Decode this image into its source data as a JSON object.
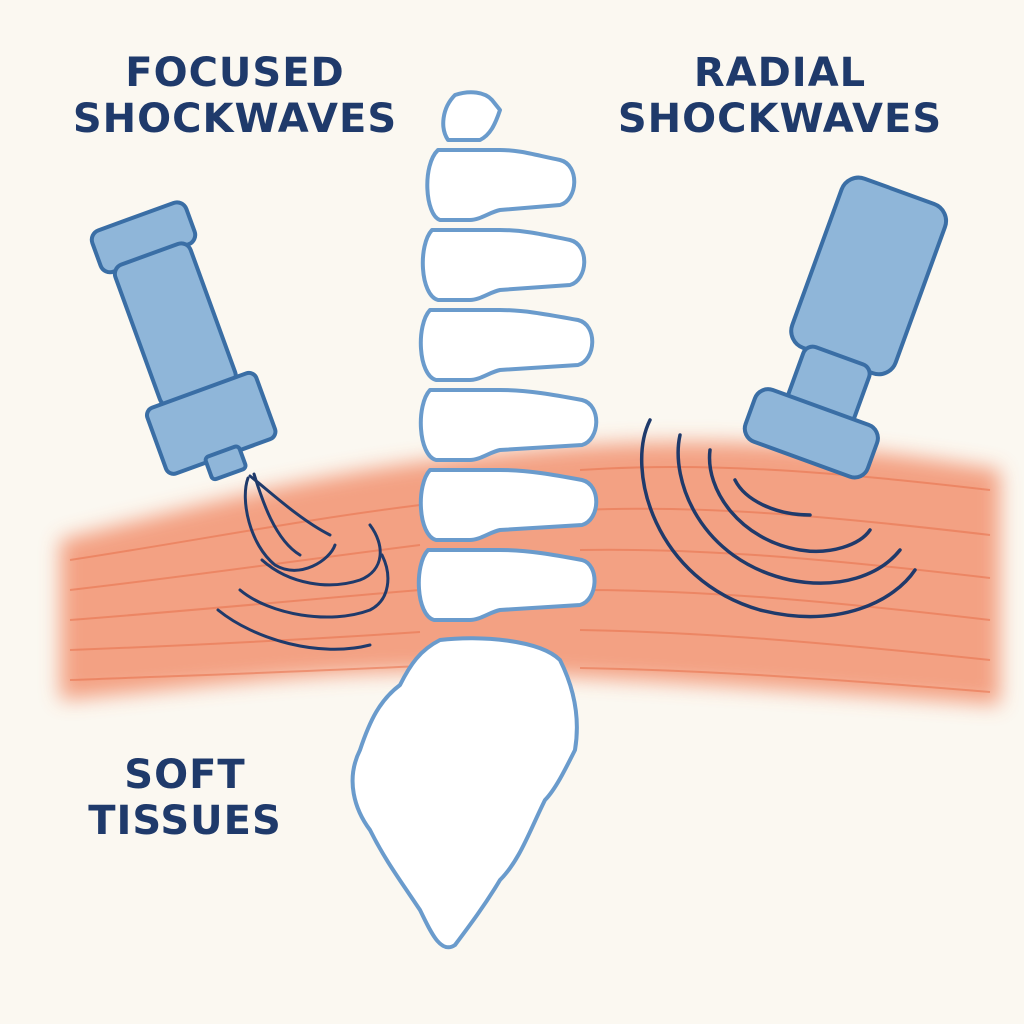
{
  "labels": {
    "focused": {
      "line1": "FOCUSED",
      "line2": "SHOCKWAVES"
    },
    "radial": {
      "line1": "RADIAL",
      "line2": "SHOCKWAVES"
    },
    "soft_tissue": {
      "line1": "SOFT",
      "line2": "TISSUES"
    }
  },
  "colors": {
    "background": "#fbf8f1",
    "text": "#1f3a6b",
    "device_fill": "#8fb6d9",
    "device_outline": "#3a6ea5",
    "wave_stroke": "#1f3a6b",
    "tissue": "#f2926f",
    "bone_fill": "#ffffff",
    "bone_outline": "#6a9bcc"
  },
  "icons": [
    "focused-applicator-icon",
    "radial-applicator-icon",
    "spine-icon",
    "sacrum-icon"
  ]
}
